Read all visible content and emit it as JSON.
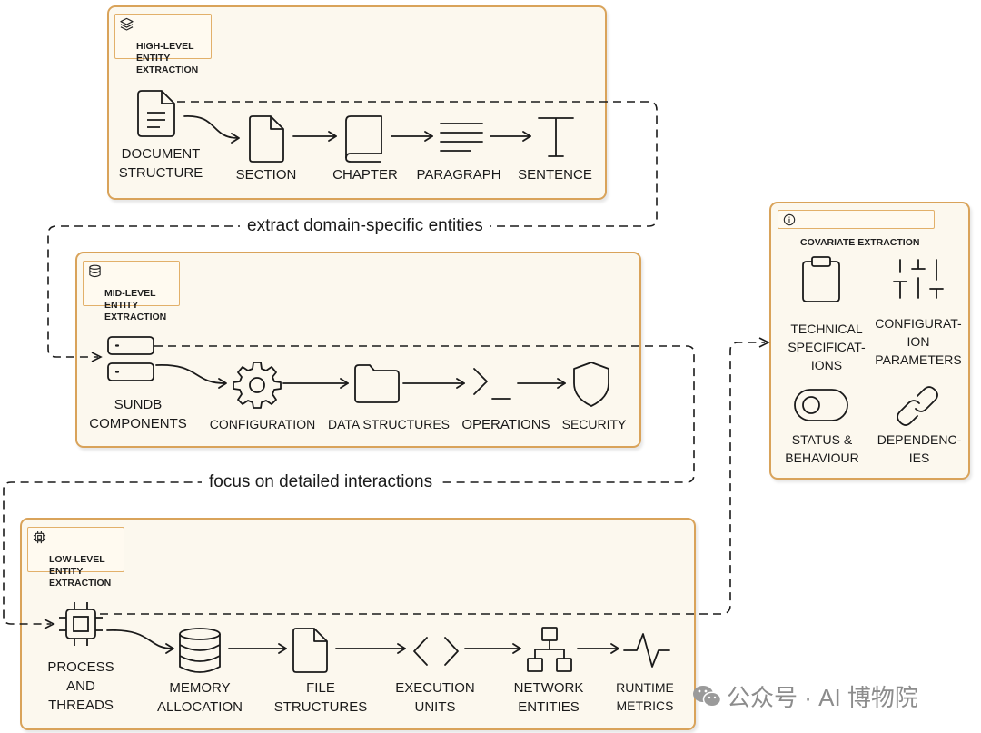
{
  "high": {
    "title": "HIGH-LEVEL\nENTITY\nEXTRACTION",
    "nodes": [
      "DOCUMENT\nSTRUCTURE",
      "SECTION",
      "CHAPTER",
      "PARAGRAPH",
      "SENTENCE"
    ]
  },
  "mid": {
    "title": "MID-LEVEL\nENTITY\nEXTRACTION",
    "nodes": [
      "SUNDB\nCOMPONENTS",
      "CONFIGURATION",
      "DATA STRUCTURES",
      "OPERATIONS",
      "SECURITY"
    ]
  },
  "low": {
    "title": "LOW-LEVEL\nENTITY\nEXTRACTION",
    "nodes": [
      "PROCESS\nAND\nTHREADS",
      "MEMORY\nALLOCATION",
      "FILE\nSTRUCTURES",
      "EXECUTION\nUNITS",
      "NETWORK\nENTITIES",
      "RUNTIME\nMETRICS"
    ]
  },
  "covariate": {
    "title": "COVARIATE EXTRACTION",
    "items": [
      "TECHNICAL\nSPECIFICAT-\nIONS",
      "CONFIGURAT-\nION\nPARAMETERS",
      "STATUS &\nBEHAVIOUR",
      "DEPENDENC-\nIES"
    ]
  },
  "connectors": {
    "high_to_mid": "extract domain-specific entities",
    "mid_to_low": "focus on detailed interactions"
  },
  "watermark": "公众号 · AI 博物院",
  "colors": {
    "panel_bg": "#fcf8ee",
    "panel_border": "#d9a35a",
    "ink": "#1a1a1a"
  }
}
